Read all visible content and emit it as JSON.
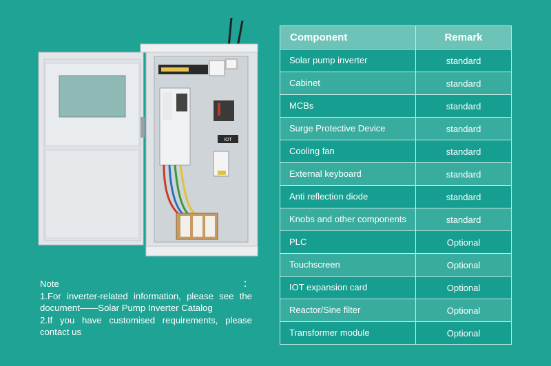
{
  "note": {
    "lines": [
      "Note：",
      "1.For inverter-related information, please see the",
      "document——Solar Pump Inverter Catalog",
      "2.If you have customised requirements, please",
      "contact us"
    ]
  },
  "table": {
    "headers": [
      "Component",
      "Remark"
    ],
    "rows": [
      {
        "component": "Solar pump inverter",
        "remark": "standard"
      },
      {
        "component": "Cabinet",
        "remark": "standard"
      },
      {
        "component": "MCBs",
        "remark": "standard"
      },
      {
        "component": "Surge Protective Device",
        "remark": "standard"
      },
      {
        "component": "Cooling fan",
        "remark": "standard"
      },
      {
        "component": "External keyboard",
        "remark": "standard"
      },
      {
        "component": "Anti reflection diode",
        "remark": "standard"
      },
      {
        "component": "Knobs and other components",
        "remark": "standard"
      },
      {
        "component": "PLC",
        "remark": "Optional"
      },
      {
        "component": "Touchscreen",
        "remark": "Optional"
      },
      {
        "component": "IOT expansion card",
        "remark": "Optional"
      },
      {
        "component": "Reactor/Sine filter",
        "remark": "Optional"
      },
      {
        "component": "Transformer module",
        "remark": "Optional"
      }
    ]
  },
  "image": {
    "iot_label": "IOT"
  },
  "colors": {
    "background": "#1fa394",
    "header_row": "#6dc3b8",
    "row_dark": "#169e90",
    "row_light": "#38ad9f",
    "grid_line": "#c5ebe4",
    "text": "#ffffff"
  }
}
